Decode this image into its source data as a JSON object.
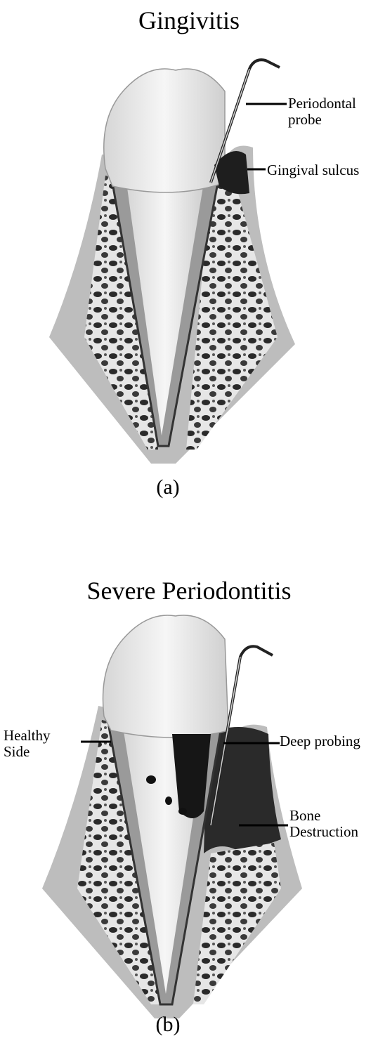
{
  "panel_a": {
    "title": "Gingivitis",
    "caption": "(a)",
    "labels": {
      "probe": [
        "Periodontal",
        "probe"
      ],
      "sulcus": "Gingival sulcus"
    }
  },
  "panel_b": {
    "title": "Severe Periodontitis",
    "caption": "(b)",
    "labels": {
      "healthy": [
        "Healthy",
        "Side"
      ],
      "deep": "Deep probing",
      "bone": [
        "Bone",
        "Destruction"
      ]
    }
  }
}
